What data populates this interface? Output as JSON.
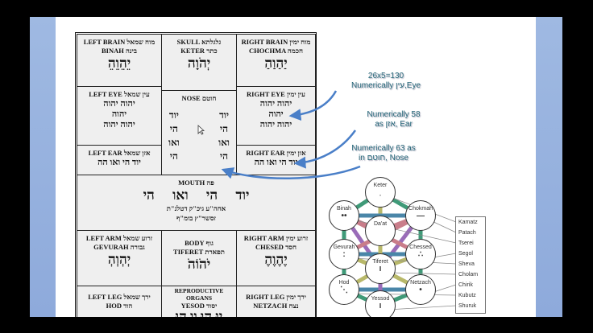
{
  "table": {
    "skull": {
      "label": "SKULL גלגלתא",
      "sub": "KETER כתר",
      "name": "יְהֹוָה"
    },
    "left_brain": {
      "label": "LEFT BRAIN מוח שמאל",
      "sub": "BINAH בינה",
      "name": "יֵהֵוֵהֵ"
    },
    "right_brain": {
      "label": "RIGHT BRAIN מוח ימין",
      "sub": "CHOCHMA חכמה",
      "name": "יַהַוַהַ"
    },
    "left_eye": {
      "label": "LEFT EYE עין שמאל",
      "lines": [
        "יהוה יהוה",
        "יהוה",
        "יהוה יהוה"
      ]
    },
    "nose": {
      "label": "NOSE חוטם",
      "col": [
        "יוד",
        "הי",
        "ואו",
        "הי"
      ]
    },
    "right_eye": {
      "label": "RIGHT EYE עין ימין",
      "lines": [
        "יהוה יהוה",
        "יהוה",
        "יהוה יהוה"
      ]
    },
    "left_ear": {
      "label": "LEFT EAR אזן שמאל",
      "line": "יוד הי ואו הה"
    },
    "right_ear": {
      "label": "RIGHT EAR אזן ימין",
      "line": "יוד הי ואו הה"
    },
    "mouth": {
      "label": "MOUTH פה",
      "name": "יוד הי ואו הי",
      "line1": "אחה\"ע גיכ\"ק דטלנ\"ת",
      "line2": "זסשר\"ץ בומ\"ף"
    },
    "left_arm": {
      "label": "LEFT ARM זרוע שמאל",
      "sub": "GEVURAH גבורה",
      "name": "יְהְוְהְ"
    },
    "body": {
      "label": "BODY גוף",
      "sub": "TIFERET תפארת",
      "name": "יֹהֹוֹהֹ"
    },
    "right_arm": {
      "label": "RIGHT ARM זרוע ימין",
      "sub": "CHESED חסד",
      "name": "יֶהֶוֶהֶ"
    },
    "left_leg": {
      "label": "LEFT LEG ירך שמאל",
      "sub": "HOD הוד"
    },
    "repro": {
      "label": "REPRODUCTIVE ORGANS",
      "sub": "YESOD יסוד",
      "name": "יוּ הוּ וו הוּ"
    },
    "right_leg": {
      "label": "RIGHT LEG ירך ימין",
      "sub": "NETZACH נצח"
    }
  },
  "notes": {
    "eye": [
      "26x5=130",
      "Numerically עין,Eye"
    ],
    "ear": [
      "Numerically 58",
      "as אזן, Ear"
    ],
    "nose": [
      "Numerically 63 as",
      "in חוטם, Nose"
    ]
  },
  "tree": {
    "nodes": [
      {
        "name": "Keter",
        "glyph": "ָ"
      },
      {
        "name": "Binah",
        "glyph": "••"
      },
      {
        "name": "Chokmah",
        "glyph": "—"
      },
      {
        "name": "Da'at",
        "glyph": ""
      },
      {
        "name": "Gevurah",
        "glyph": ":"
      },
      {
        "name": "Chessed",
        "glyph": "∴"
      },
      {
        "name": "Tiferet",
        "glyph": "ו"
      },
      {
        "name": "Hod",
        "glyph": "⋱"
      },
      {
        "name": "Netzach",
        "glyph": "•"
      },
      {
        "name": "Yessod",
        "glyph": "ו"
      }
    ],
    "vowels": [
      "Kamatz",
      "Patach",
      "Tserei",
      "Segol",
      "Sheva",
      "Cholam",
      "Chirik",
      "Kubutz",
      "Shuruk"
    ]
  },
  "colors": {
    "green": "#3f9a78",
    "blue": "#4a86a8",
    "pink": "#c97d8a",
    "purple": "#9a6cb8",
    "olive": "#b8b86a",
    "arrow": "#4a7fc8"
  }
}
